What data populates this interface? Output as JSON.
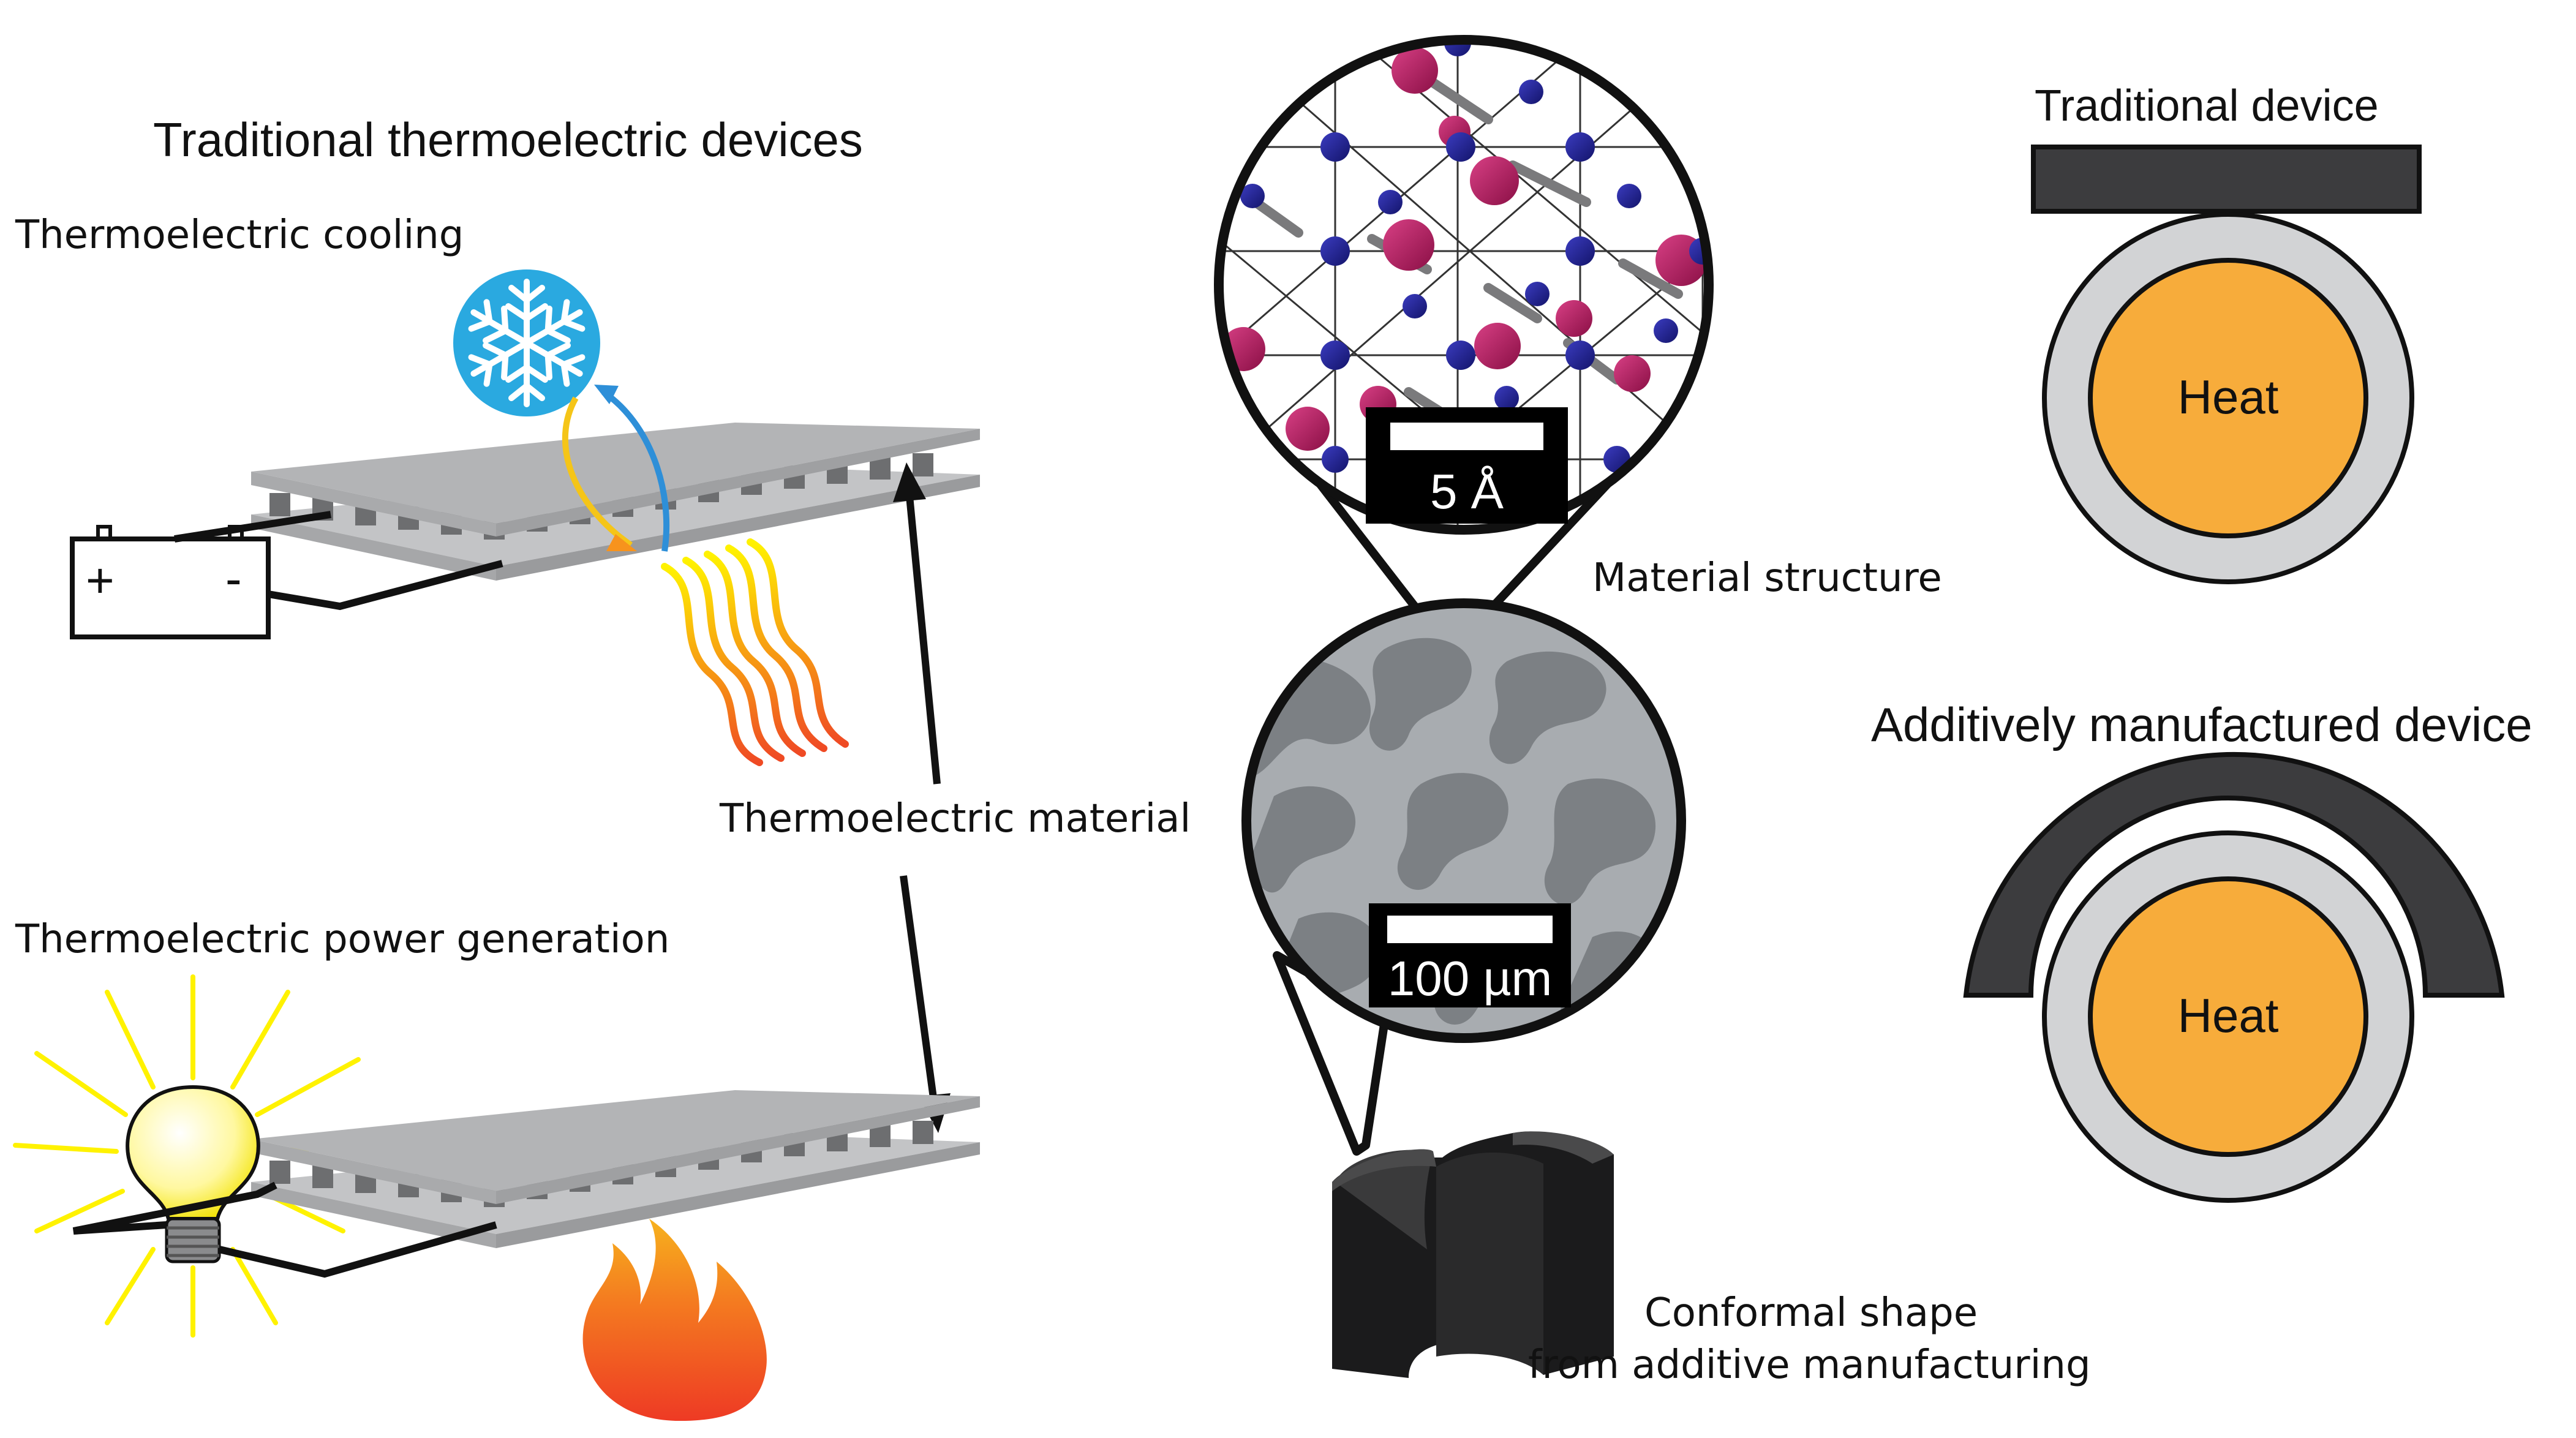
{
  "headings": {
    "traditional_devices": "Traditional thermoelectric devices",
    "traditional_device": "Traditional device",
    "additive_device": "Additively manufactured device"
  },
  "labels": {
    "cooling": "Thermoelectric cooling",
    "power": "Thermoelectric power generation",
    "material": "Thermoelectric material",
    "structure": "Material structure",
    "conformal_line1": "Conformal shape",
    "conformal_line2": "from additive manufacturing",
    "heat_top": "Heat",
    "heat_bottom": "Heat"
  },
  "scale_bars": {
    "atomic": "5 Å",
    "micro": "100 µm"
  },
  "battery": {
    "plus": "+",
    "minus": "-"
  },
  "colors": {
    "plate": "#b3b4b6",
    "plate_dark": "#8f9092",
    "heat_orange": "#f7ac3b",
    "ring_gray": "#d2d3d5",
    "device_dark": "#3c3c3e",
    "atom_blue": "#23248d",
    "atom_magenta": "#b3195d",
    "snow_blue": "#2aa9e0",
    "flame_red": "#ee3a24",
    "flame_orange": "#f7931d",
    "bulb_yellow": "#fff200"
  },
  "icons": [
    "snowflake-icon",
    "heat-waves-icon",
    "lightbulb-icon",
    "flame-icon",
    "battery-icon"
  ]
}
